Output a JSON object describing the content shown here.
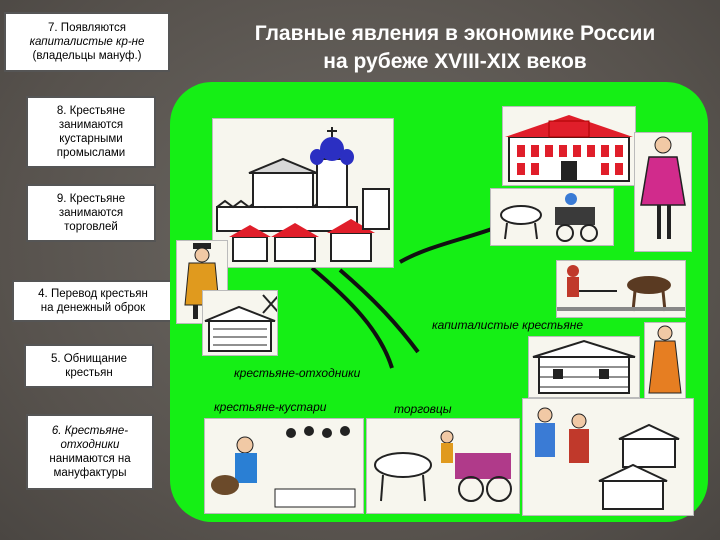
{
  "title": {
    "line1": "Главные явления в экономике России",
    "line2": "на рубеже XVIII-XIX веков"
  },
  "boxes": {
    "b7": {
      "l1": "7. Появляются",
      "l2": "капиталистые кр-не",
      "l3": "(владельцы мануф.)"
    },
    "b8": {
      "l1": "8. Крестьяне",
      "l2": "занимаются",
      "l3": "кустарными",
      "l4": "промыслами"
    },
    "b9": {
      "l1": "9. Крестьяне",
      "l2": "занимаются",
      "l3": "торговлей"
    },
    "b4": {
      "l1": "4. Перевод крестьян",
      "l2": "на денежный оброк"
    },
    "b5": {
      "l1": "5. Обнищание",
      "l2": "крестьян"
    },
    "b6": {
      "l1": "6. Крестьяне-",
      "l2": "отходники",
      "l3": "нанимаются на",
      "l4": "мануфактуры"
    }
  },
  "labels": {
    "capitalist": "капиталистые крестьяне",
    "otkhodniki": "крестьяне-отходники",
    "kustari": "крестьяне-кустари",
    "torgovtsy": "торговцы"
  },
  "colors": {
    "board": "#15ef15",
    "background": "#5f5a55",
    "roof_red": "#e01e2a",
    "dome_blue": "#2b2fc2"
  }
}
